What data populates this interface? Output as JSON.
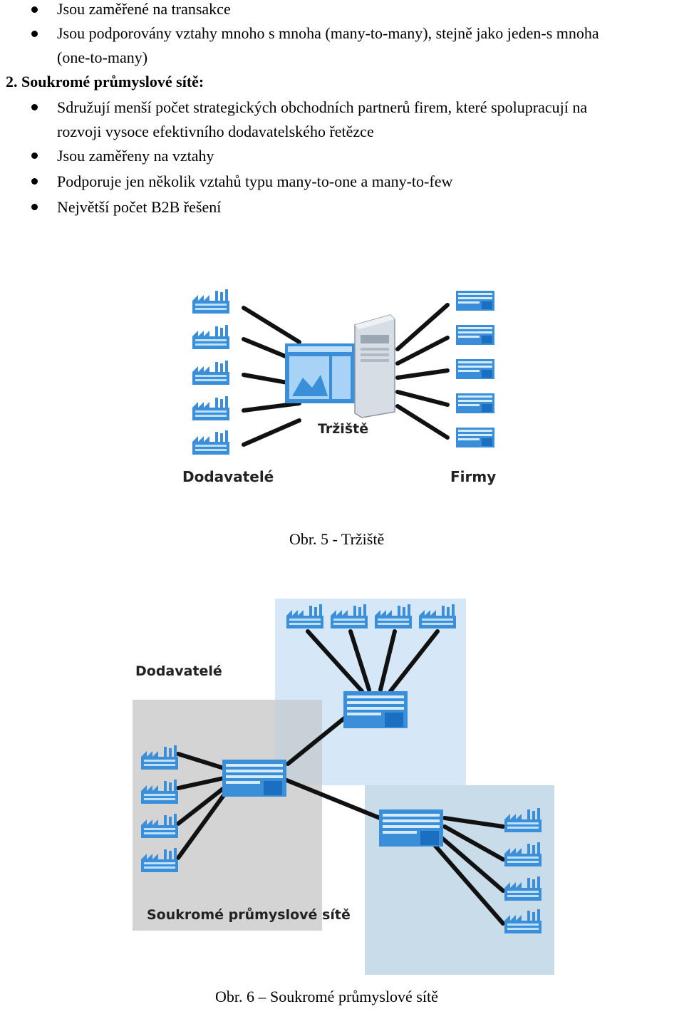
{
  "list1": {
    "items": [
      "Jsou zaměřené na transakce",
      "Jsou podporovány vztahy mnoho s mnoha (many-to-many), stejně jako jeden-s mnoha",
      "(one-to-many)"
    ]
  },
  "section2": {
    "heading": "2. Soukromé průmyslové sítě:",
    "items": [
      "Sdružují menší počet strategických obchodních partnerů firem, které spolupracují na",
      "rozvoji vysoce efektivního dodavatelského řetězce",
      "Jsou zaměřeny na vztahy",
      "Podporuje jen několik vztahů typu many-to-one a many-to-few",
      "Největší počet B2B řešení"
    ]
  },
  "figure5": {
    "label_center": "Tržiště",
    "label_left": "Dodavatelé",
    "label_right": "Firmy",
    "caption": "Obr. 5 - Tržiště",
    "icons": {
      "suppliers": "factory-icon",
      "firms": "office-building-icon",
      "center": "server-tower-icon"
    }
  },
  "figure6": {
    "label_suppliers": "Dodavatelé",
    "label_network": "Soukromé průmyslové sítě",
    "caption": "Obr. 6 – Soukromé průmyslové sítě",
    "icons": {
      "suppliers": "factory-icon",
      "hubs": "office-building-icon"
    },
    "colors": {
      "top_panel": "#d6e8f7",
      "gray_panel": "#d4d4d4",
      "bottom_panel": "#c9dcea"
    }
  }
}
